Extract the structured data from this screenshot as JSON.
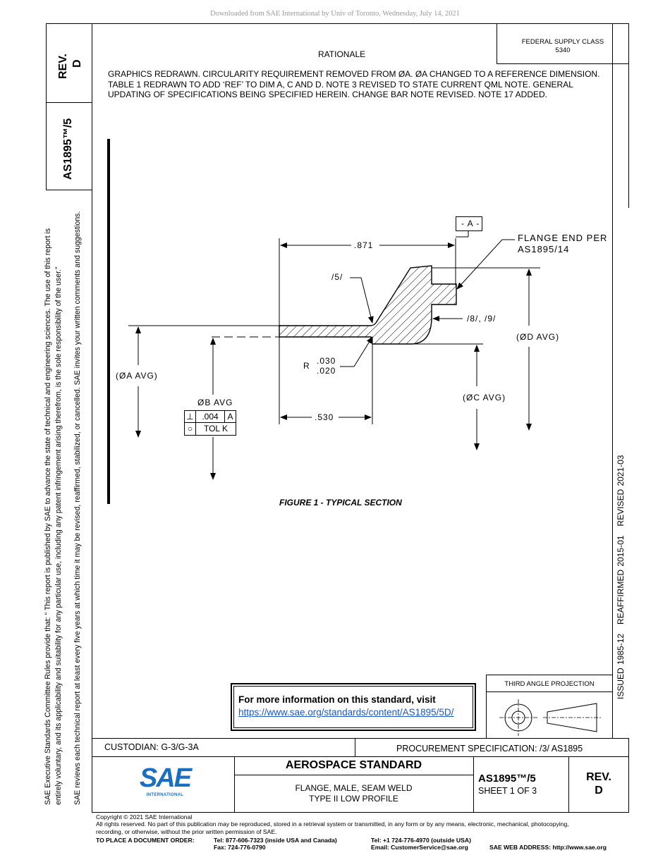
{
  "download_notice": "Downloaded from SAE International by Univ of Toronto, Wednesday, July 14, 2021",
  "side": {
    "rev_label": "REV.",
    "rev_value": "D",
    "doc_number": "AS1895™/5",
    "disclaimer_1": "SAE Executive Standards Committee Rules provide that: “ This report is published by SAE to advance the state of technical and engineering sciences. The use of this report is",
    "disclaimer_2": "entirely voluntary, and its applicability and suitability for any particular use, including any patent infringement arising therefrom, is the sole responsibility of the user.”",
    "disclaimer_3": "SAE reviews each technical report at least every five years at which time it may be revised, reaffirmed, stabilized, or cancelled. SAE invites your written comments and suggestions.",
    "dates": "ISSUED 1985-12   REAFFIRMED 2015-01   REVISED 2021-03"
  },
  "header": {
    "supply_class_label": "FEDERAL SUPPLY CLASS",
    "supply_class_value": "5340",
    "rationale_title": "RATIONALE",
    "rationale_text": "GRAPHICS REDRAWN. CIRCULARITY REQUIREMENT REMOVED FROM ØA. ØA CHANGED TO A REFERENCE DIMENSION. TABLE 1 REDRAWN TO ADD ‘REF’ TO DIM A, C AND D. NOTE 3 REVISED TO STATE CURRENT QML NOTE. GENERAL UPDATING OF SPECIFICATIONS BEING SPECIFIED HEREIN. CHANGE BAR NOTE REVISED. NOTE 17 ADDED."
  },
  "figure": {
    "datum_a": "- A -",
    "dim_871": ".871",
    "flange_end_line1": "FLANGE END PER",
    "flange_end_line2": "AS1895/14",
    "note_5": "/5/",
    "note_8_9": "/8/, /9/",
    "dim_d": "(ØD AVG)",
    "dim_a": "(ØA AVG)",
    "radius_label": "R",
    "radius_max": ".030",
    "radius_min": ".020",
    "dim_b": "ØB AVG",
    "fcf_perp_symbol": "⊥",
    "fcf_perp_value": ".004",
    "fcf_perp_datum": "A",
    "fcf_circ_symbol": "○",
    "fcf_circ_value": "TOL K",
    "dim_530": ".530",
    "dim_c": "(ØC AVG)",
    "caption": "FIGURE 1 - TYPICAL SECTION"
  },
  "info_box": {
    "text": "For more information on this standard, visit",
    "link": "https://www.sae.org/standards/content/AS1895/5D/"
  },
  "projection": {
    "label": "THIRD ANGLE PROJECTION"
  },
  "title_block": {
    "custodian": "CUSTODIAN: G-3/G-3A",
    "procurement": "PROCUREMENT SPECIFICATION: /3/ AS1895",
    "logo_text": "SAE",
    "logo_sub": "INTERNATIONAL",
    "standard_type": "AEROSPACE STANDARD",
    "title_line1": "FLANGE, MALE, SEAM WELD",
    "title_line2": "TYPE II LOW PROFILE",
    "doc_number": "AS1895™/5",
    "sheet": "SHEET 1 OF 3",
    "rev_label": "REV.",
    "rev_value": "D"
  },
  "footer": {
    "copyright": "Copyright © 2021 SAE International",
    "rights_1": "All rights reserved. No part of this publication may be reproduced, stored in a retrieval system or transmitted, in any form or by any means, electronic, mechanical, photocopying,",
    "rights_2": "recording, or otherwise, without the prior written permission of SAE.",
    "order_label": "TO PLACE A DOCUMENT ORDER:",
    "tel_us": "Tel: 877-606-7323 (inside USA and Canada)",
    "fax": "Fax: 724-776-0790",
    "tel_intl": "Tel: +1 724-776-4970 (outside USA)",
    "email": "Email: CustomerService@sae.org",
    "web": "SAE WEB ADDRESS: http://www.sae.org"
  }
}
